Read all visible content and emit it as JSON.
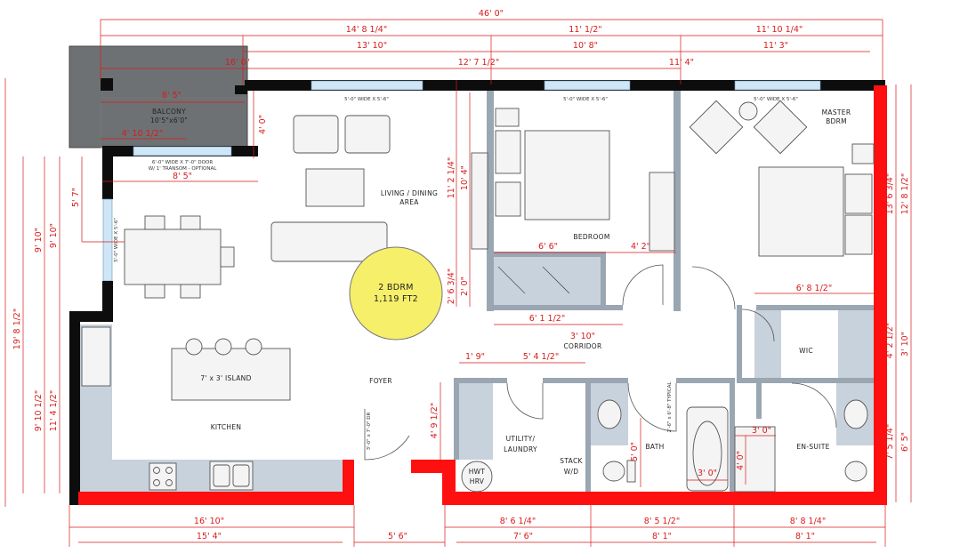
{
  "plan_badge": {
    "line1": "2 BDRM",
    "line2": "1,119 FT2"
  },
  "rooms": {
    "balcony": "BALCONY",
    "balcony_size": "10'5\"x6'0\"",
    "living": "LIVING / DINING",
    "living2": "AREA",
    "bedroom": "BEDROOM",
    "master": "MASTER",
    "master2": "BDRM",
    "corridor": "CORRIDOR",
    "wic": "WIC",
    "island": "7' x 3' ISLAND",
    "foyer": "FOYER",
    "kitchen": "KITCHEN",
    "utility": "UTILITY/",
    "utility2": "LAUNDRY",
    "stack": "STACK",
    "stack2": "W/D",
    "bath": "BATH",
    "ensuite": "EN-SUITE",
    "hwt": "HWT",
    "hrv": "HRV"
  },
  "notes": {
    "win1": "5'-0\" WIDE X 5'-6\"",
    "win2": "5'-0\" WIDE X 5'-6\"",
    "win3": "5'-0\" WIDE X 5'-6\"",
    "win_left": "5'-0\" WIDE X 5'-6\"",
    "door": "6'-0\" WIDE X 7'-0\" DOOR",
    "door2": "W/ 1' TRANSOM - OPTIONAL",
    "entry_door": "3'-0\" x 7'-0\" DR",
    "bath_door": "2'-6\" x 6'-8\" TYPICAL"
  },
  "dims": {
    "overall": "46' 0\"",
    "top_a": "14' 8 1/4\"",
    "top_b": "11' 1/2\"",
    "top_c": "11' 10 1/4\"",
    "top_d": "13' 10\"",
    "top_e": "10' 8\"",
    "top_f": "11' 3\"",
    "top_g": "16' 0\"",
    "top_h": "12' 7 1/2\"",
    "top_i": "11' 4\"",
    "balc_w": "8' 5\"",
    "balc_b": "4' 10 1/2\"",
    "balc_c": "8' 5\"",
    "balc_h": "4' 0\"",
    "left_a": "5' 7\"",
    "left_b": "9' 10\"",
    "left_c": "9' 10\"",
    "left_d": "19' 8 1/2\"",
    "left_e": "9' 10 1/2\"",
    "left_f": "11' 4 1/2\"",
    "bed_h": "10' 4\"",
    "bed_h2": "11' 2 1/4\"",
    "bed_a": "2' 0\"",
    "bed_b": "2' 6 3/4\"",
    "closet_a": "6' 6\"",
    "closet_b": "4' 2\"",
    "closet_c": "6' 1 1/2\"",
    "corr": "3' 10\"",
    "util_a": "1' 9\"",
    "util_b": "5' 4 1/2\"",
    "util_h": "4' 9 1/2\"",
    "wic_w": "6' 8 1/2\"",
    "right_a": "13' 6 3/4\"",
    "right_b": "12' 8 1/2\"",
    "right_c": "4' 2 1/2\"",
    "right_d": "3' 10\"",
    "right_e": "7' 5 1/4\"",
    "right_f": "6' 5\"",
    "bath_h": "5' 0\"",
    "ens_a": "3' 0\"",
    "ens_h": "4' 0\"",
    "tub_w": "3' 0\"",
    "bot_a": "16' 10\"",
    "bot_b": "15' 4\"",
    "bot_c": "5' 6\"",
    "bot_d": "8' 6 1/4\"",
    "bot_e": "7' 6\"",
    "bot_f": "8' 5 1/2\"",
    "bot_g": "8' 1\"",
    "bot_h": "8' 8 1/4\"",
    "bot_i": "8' 1\""
  }
}
